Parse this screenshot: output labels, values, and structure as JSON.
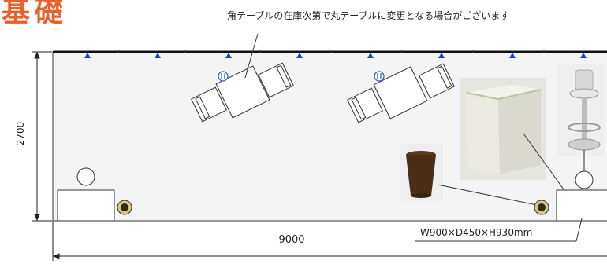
{
  "title": "基礎",
  "note": "角テーブルの在庫次第で丸テーブルに変更となる場合がございます",
  "dimensions": {
    "depth": "2700",
    "width": "9000"
  },
  "counter_spec": "W900×D450×H930mm",
  "colors": {
    "title": "#e8602c",
    "spotlight": "#1a3fd6",
    "outlet": "#2a56c8",
    "booth": "#f4f4f4"
  },
  "icons": [
    "spotlight-icon",
    "outlet-icon",
    "trash-can-photo",
    "reception-counter-photo",
    "bar-stool-photo",
    "round-table-icon",
    "square-table-icon",
    "chair-icon"
  ]
}
